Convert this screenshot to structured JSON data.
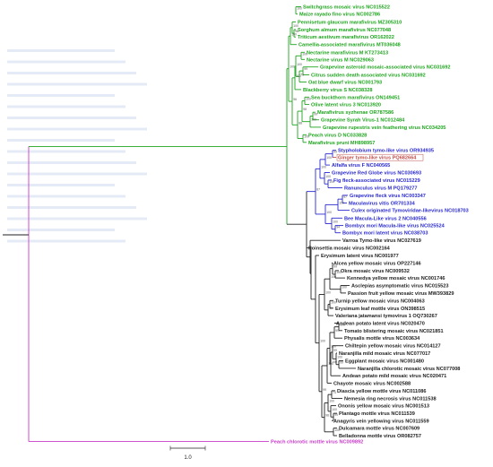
{
  "figure": {
    "type": "phylogenetic-tree",
    "scale_bar_label": "1.0"
  },
  "colors": {
    "green": "#1fa51f",
    "blue": "#2a2ad0",
    "black": "#222222",
    "magenta": "#c83cc8",
    "highlight": "#c0504d",
    "ghost": "#e4ebf6"
  },
  "taxa": [
    {
      "name": "Switchgrass mosaic virus NC015522",
      "group": "green"
    },
    {
      "name": "Maize rayado fino virus NC002786",
      "group": "green"
    },
    {
      "name": "Pennisetum glaucum marafivirus MZ305310",
      "group": "green"
    },
    {
      "name": "Sorghum almum marafivirus NC077048",
      "group": "green"
    },
    {
      "name": "Triticum aestivum marafivirus OR162022",
      "group": "green"
    },
    {
      "name": "Camellia-associated marafivirus MT036048",
      "group": "green"
    },
    {
      "name": "Nectarine marafivirus M KT273413",
      "group": "green"
    },
    {
      "name": "Nectarine virus M NC029063",
      "group": "green"
    },
    {
      "name": "Grapevine asteroid mosaic-associated virus NC031692",
      "group": "green"
    },
    {
      "name": "Citrus sudden death associated virus NC031692",
      "group": "green"
    },
    {
      "name": "Oat blue dwarf virus NC001793",
      "group": "green"
    },
    {
      "name": "Blackberry virus S NC038328",
      "group": "green"
    },
    {
      "name": "Sea buckthorn marafivirus ON149451",
      "group": "green"
    },
    {
      "name": "Olive latent virus 3 NC013920",
      "group": "green"
    },
    {
      "name": "Marafivirus syzhenae OR787586",
      "group": "green"
    },
    {
      "name": "Grapevine Syrah Virus-1 NC012484",
      "group": "green"
    },
    {
      "name": "Grapevine rupestris vein feathering virus NC034205",
      "group": "green"
    },
    {
      "name": "Peach virus D NC033828",
      "group": "green"
    },
    {
      "name": "Marafivirus pruni MH898957",
      "group": "green"
    },
    {
      "name": "Stypholobium tymo-like virus OR934935",
      "group": "blue"
    },
    {
      "name": "Ginger tymo-like virus PQ682664",
      "group": "highlight"
    },
    {
      "name": "Alfalfa virus F NC040565",
      "group": "blue"
    },
    {
      "name": "Grapevine Red Globe virus NC030693",
      "group": "blue"
    },
    {
      "name": "Fig fleck-associated virus NC015229",
      "group": "blue"
    },
    {
      "name": "Ranunculus virus M PQ179277",
      "group": "blue"
    },
    {
      "name": "Grapevine fleck virus NC003347",
      "group": "blue"
    },
    {
      "name": "Maculavirus vitis OR701334",
      "group": "blue"
    },
    {
      "name": "Culex originated Tymoviridae-likevirus NC018703",
      "group": "blue"
    },
    {
      "name": "Bee Macula-Like virus 2 NC040556",
      "group": "blue"
    },
    {
      "name": "Bombyx mori Macula-like virus NC025524",
      "group": "blue"
    },
    {
      "name": "Bombyx mori latent virus NC038703",
      "group": "blue"
    },
    {
      "name": "Varroa Tymo-like virus NC027619",
      "group": "black"
    },
    {
      "name": "Poinsettia mosaic virus NC002164",
      "group": "black"
    },
    {
      "name": "Erysimum latent virus NC001977",
      "group": "black"
    },
    {
      "name": "Alcea yellow mosaic virus OP227146",
      "group": "black"
    },
    {
      "name": "Okra mosaic virus NC009532",
      "group": "black"
    },
    {
      "name": "Kennedya yellow mosaic virus NC001746",
      "group": "black"
    },
    {
      "name": "Asclepias asymptomatic virus NC015523",
      "group": "black"
    },
    {
      "name": "Passion fruit yellow mosaic virus MW393829",
      "group": "black"
    },
    {
      "name": "Turnip yellow mosaic virus NC004063",
      "group": "black"
    },
    {
      "name": "Erysimum leaf mottle virus ON398515",
      "group": "black"
    },
    {
      "name": "Valeriana jatamansi tymovirus 1 OQ730267",
      "group": "black"
    },
    {
      "name": "Andean potato latent virus NC020470",
      "group": "black"
    },
    {
      "name": "Tomato blistering mosaic virus NC021851",
      "group": "black"
    },
    {
      "name": "Physalis mottle virus NC003634",
      "group": "black"
    },
    {
      "name": "Chiltepin yellow mosaic virus NC014127",
      "group": "black"
    },
    {
      "name": "Naranjilla mild mosaic virus NC077017",
      "group": "black"
    },
    {
      "name": "Eggplant mosaic virus NC001480",
      "group": "black"
    },
    {
      "name": "Naranjilla chlorotic mosaic virus NC077008",
      "group": "black"
    },
    {
      "name": "Andean potato mild mosaic virus NC020471",
      "group": "black"
    },
    {
      "name": "Chayote mosaic virus NC002588",
      "group": "black"
    },
    {
      "name": "Diascia yellow mottle virus NC011086",
      "group": "black"
    },
    {
      "name": "Nemesia ring necrosis virus NC011538",
      "group": "black"
    },
    {
      "name": "Ononis yellow mosaic virus NC001513",
      "group": "black"
    },
    {
      "name": "Plantago mottle virus NC011539",
      "group": "black"
    },
    {
      "name": "Anagyris vein yellowing virus NC011559",
      "group": "black"
    },
    {
      "name": "Dulcamara mottle virus NC007609",
      "group": "black"
    },
    {
      "name": "Belladonna mottle virus OR082757",
      "group": "black"
    },
    {
      "name": "Peach chlorotic mottle virus NC009892",
      "group": "outgroup"
    }
  ],
  "support_values": [
    "100",
    "98",
    "100",
    "100",
    "100",
    "99",
    "76",
    "100",
    "100",
    "100",
    "99",
    "100",
    "98",
    "100",
    "88",
    "96",
    "100",
    "99",
    "100",
    "100",
    "100",
    "100",
    "97",
    "100",
    "94",
    "100",
    "100",
    "87",
    "100",
    "99",
    "100",
    "100",
    "100",
    "99",
    "100",
    "100",
    "99",
    "99",
    "100",
    "99",
    "100",
    "100",
    "100",
    "74",
    "99",
    "100",
    "100",
    "100",
    "98",
    "99",
    "100"
  ]
}
